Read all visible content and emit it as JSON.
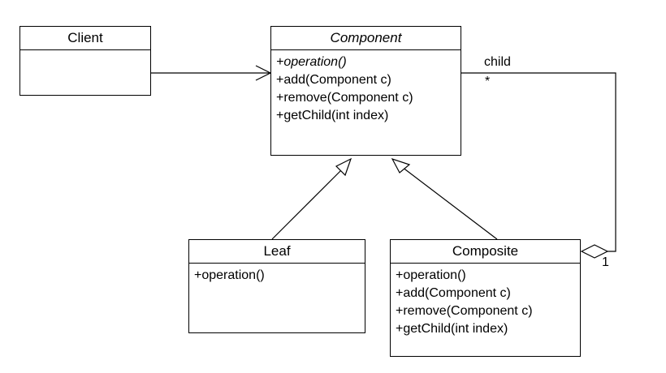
{
  "classes": {
    "client": {
      "name": "Client",
      "operations": []
    },
    "component": {
      "name": "Component",
      "abstract": true,
      "operations": [
        "+operation()",
        "+add(Component c)",
        "+remove(Component c)",
        "+getChild(int index)"
      ]
    },
    "leaf": {
      "name": "Leaf",
      "operations": [
        "+operation()"
      ]
    },
    "composite": {
      "name": "Composite",
      "operations": [
        "+operation()",
        "+add(Component c)",
        "+remove(Component c)",
        "+getChild(int index)"
      ]
    }
  },
  "relations": {
    "client_to_component": {
      "type": "association",
      "arrow": "open"
    },
    "leaf_generalization": {
      "type": "generalization"
    },
    "composite_generalization": {
      "type": "generalization"
    },
    "aggregation": {
      "type": "aggregation",
      "role": "child",
      "multiplicity_component": "*",
      "multiplicity_composite": "1"
    }
  }
}
